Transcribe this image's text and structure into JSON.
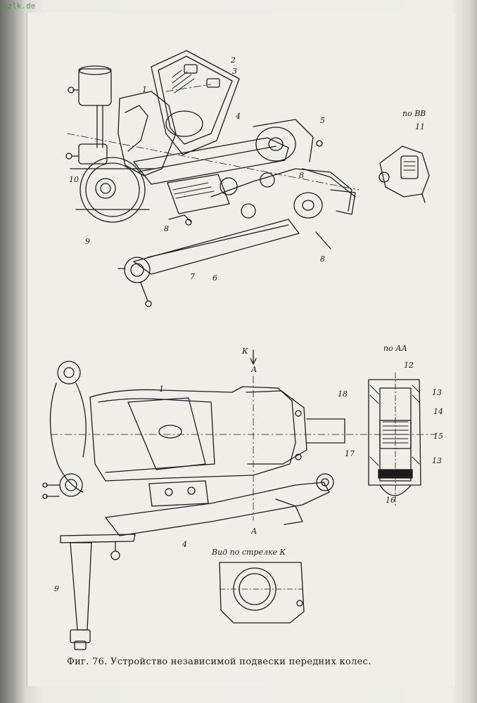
{
  "watermark": "azlk.de",
  "figure": {
    "caption": "Фиг. 76. Устройство независимой подвески передних колес.",
    "top_view": {
      "section_label": "по ВВ",
      "callouts": [
        "1",
        "2",
        "3",
        "4",
        "5",
        "6",
        "7",
        "8",
        "9",
        "10",
        "11",
        "8",
        "8"
      ]
    },
    "bottom_view": {
      "section_label": "по АА",
      "arrow_label": "К",
      "cut_label_top": "А",
      "cut_label_bottom": "А",
      "view_label": "Вид по стрелке К",
      "callouts": [
        "1",
        "4",
        "9",
        "12",
        "13",
        "14",
        "15",
        "13",
        "16",
        "17",
        "18"
      ]
    }
  }
}
